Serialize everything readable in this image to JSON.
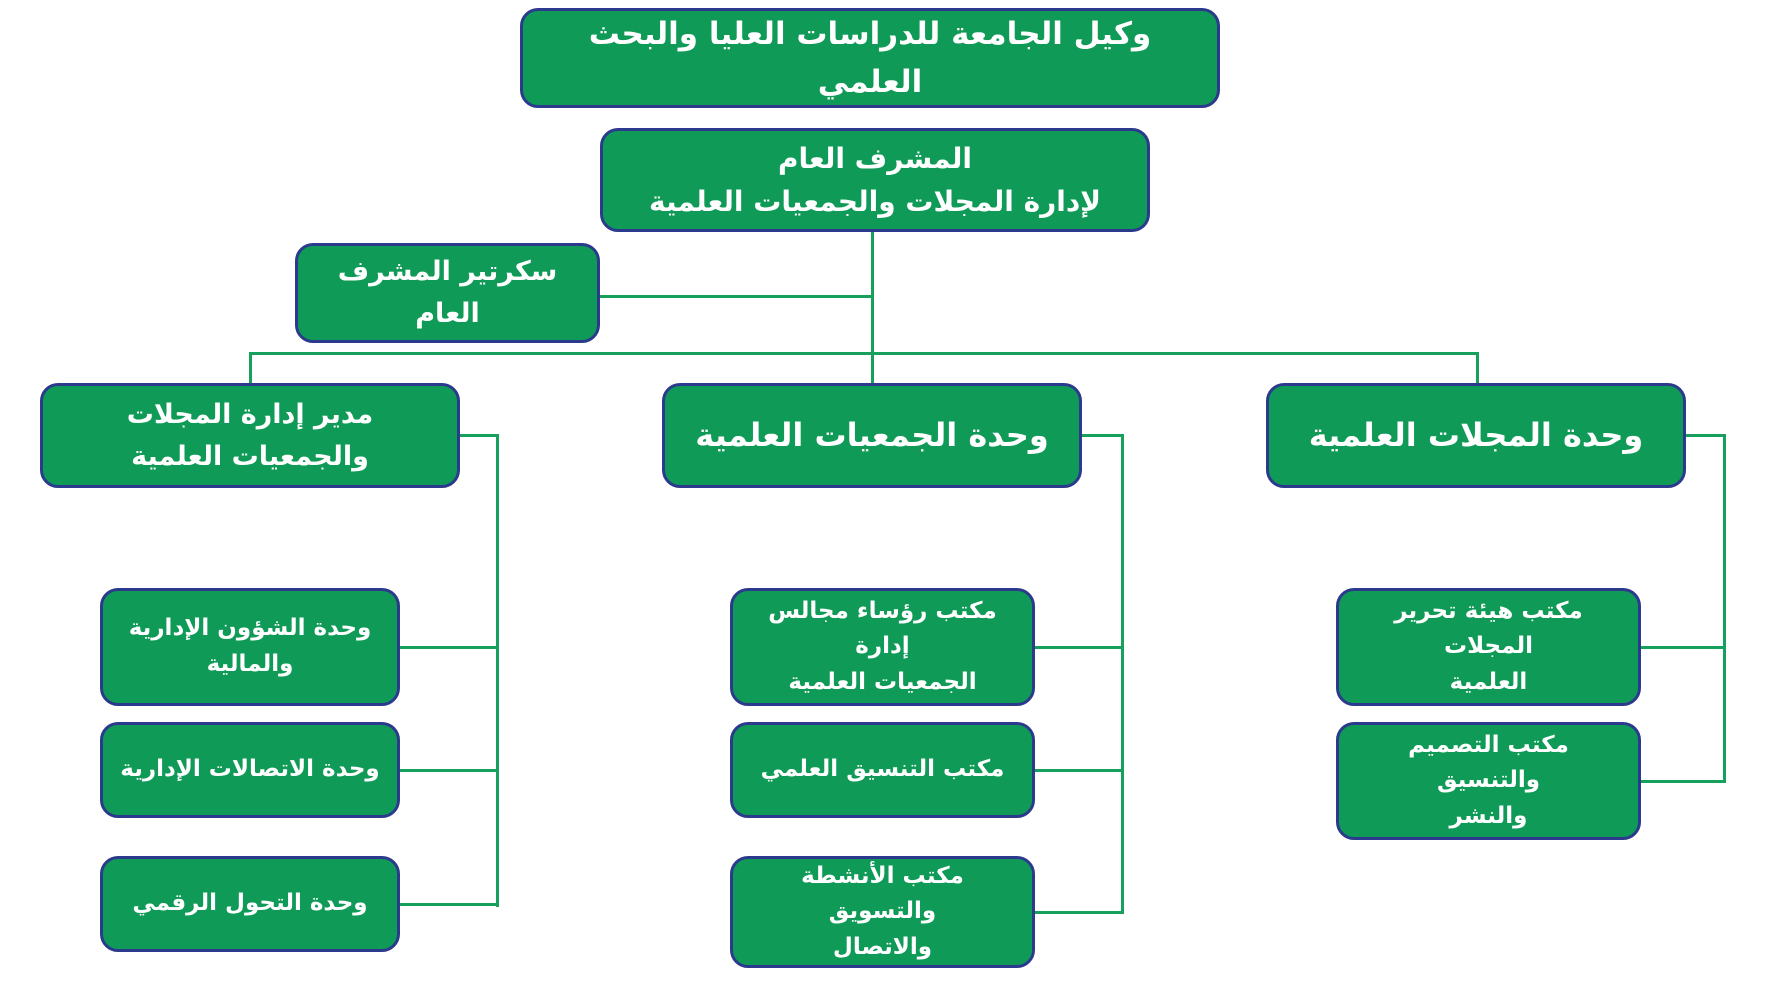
{
  "colors": {
    "box_fill": "#0f9b57",
    "box_border": "#2b3a8c",
    "connector": "#17a05c",
    "text": "#ffffff",
    "background": "#ffffff"
  },
  "org_chart": {
    "root": {
      "label": "وكيل الجامعة للدراسات العليا والبحث العلمي"
    },
    "supervisor": {
      "label": "المشرف العام\nلإدارة المجلات والجمعيات العلمية"
    },
    "secretary": {
      "label": "سكرتير المشرف العام"
    },
    "branches": [
      {
        "label": "مدير إدارة المجلات\nوالجمعيات العلمية",
        "children": [
          "وحدة الشؤون الإدارية\nوالمالية",
          "وحدة الاتصالات الإدارية",
          "وحدة التحول الرقمي"
        ]
      },
      {
        "label": "وحدة الجمعيات العلمية",
        "children": [
          "مكتب رؤساء مجالس إدارة\nالجمعيات العلمية",
          "مكتب التنسيق العلمي",
          "مكتب الأنشطة والتسويق\nوالاتصال"
        ]
      },
      {
        "label": "وحدة المجلات العلمية",
        "children": [
          "مكتب هيئة تحرير المجلات\nالعلمية",
          "مكتب التصميم والتنسيق\nوالنشر"
        ]
      }
    ]
  }
}
